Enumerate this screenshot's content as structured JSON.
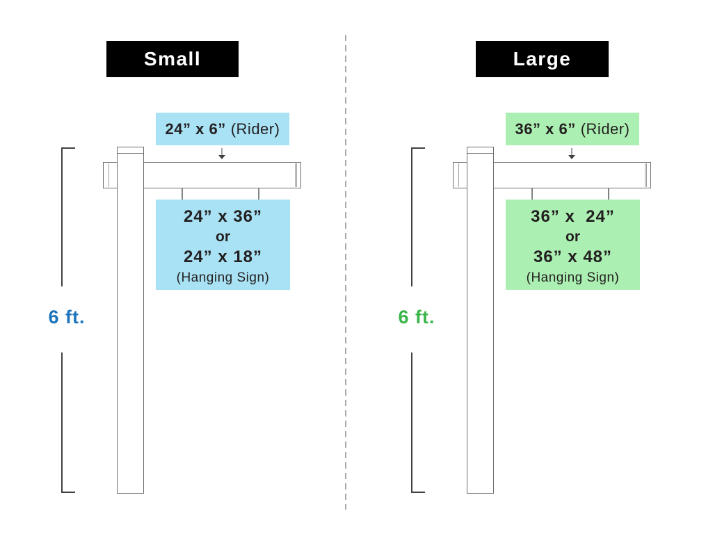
{
  "panels": [
    {
      "id": "small",
      "title": "Small",
      "rider_dimensions": "24” x 6”",
      "rider_caption": "(Rider)",
      "hanging_size_a": "24” x 36”",
      "or_label": "or",
      "hanging_size_b": "24” x 18”",
      "hanging_caption": "(Hanging Sign)",
      "height_label": "6 ft.",
      "accent_color": "#1C75BC",
      "sign_fill": "#A8E2F4"
    },
    {
      "id": "large",
      "title": "Large",
      "rider_dimensions": "36” x 6”",
      "rider_caption": "(Rider)",
      "hanging_size_a": "36” x  24”",
      "or_label": "or",
      "hanging_size_b": "36” x 48”",
      "hanging_caption": "(Hanging Sign)",
      "height_label": "6 ft.",
      "accent_color": "#3AB54A",
      "sign_fill": "#ABEFB2"
    }
  ]
}
